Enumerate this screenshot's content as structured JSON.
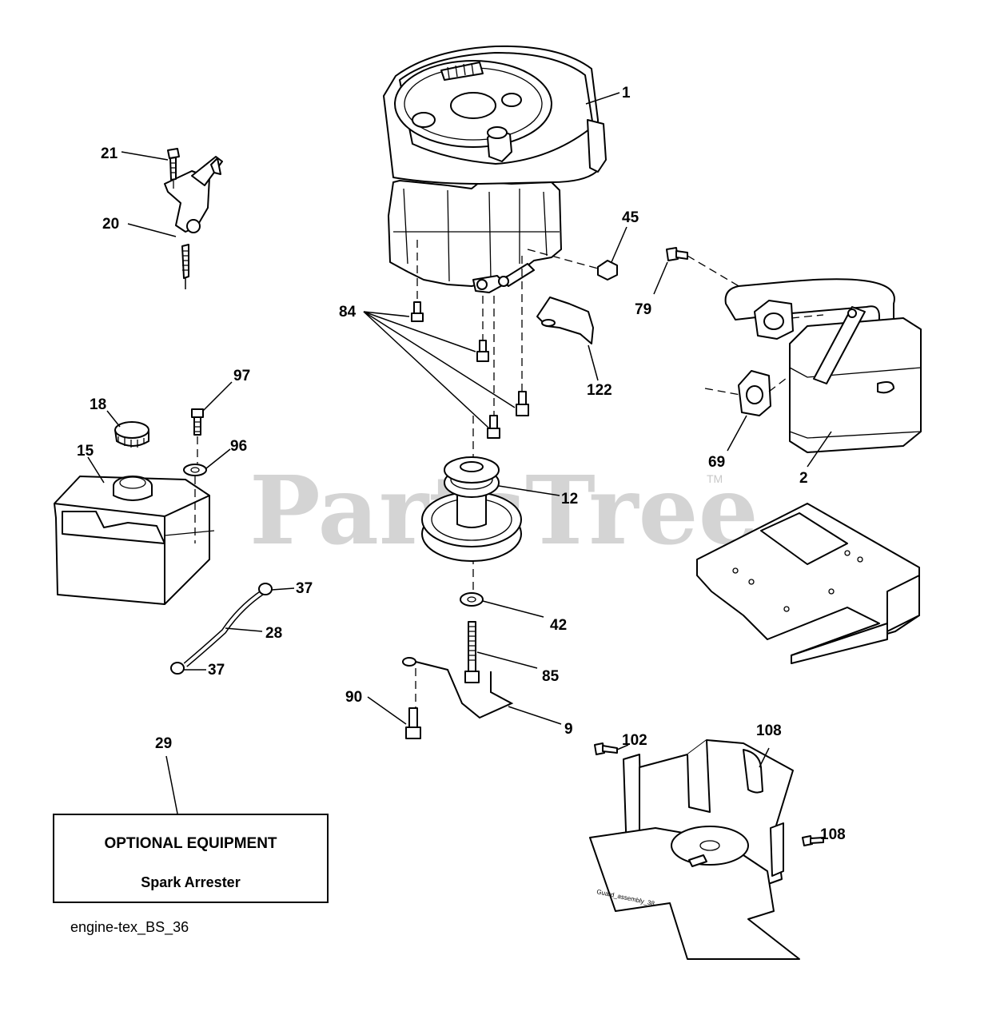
{
  "watermark": {
    "text": "PartsTree",
    "trademark": "TM"
  },
  "callouts": [
    "1",
    "2",
    "9",
    "12",
    "15",
    "18",
    "20",
    "21",
    "28",
    "29",
    "37",
    "37",
    "42",
    "45",
    "69",
    "79",
    "84",
    "85",
    "90",
    "96",
    "97",
    "102",
    "102",
    "108",
    "122"
  ],
  "optional_equipment": {
    "title": "OPTIONAL EQUIPMENT",
    "item": "Spark Arrester"
  },
  "diagram_id": "engine-tex_BS_36",
  "guard_label": "Guard_assembly_38"
}
